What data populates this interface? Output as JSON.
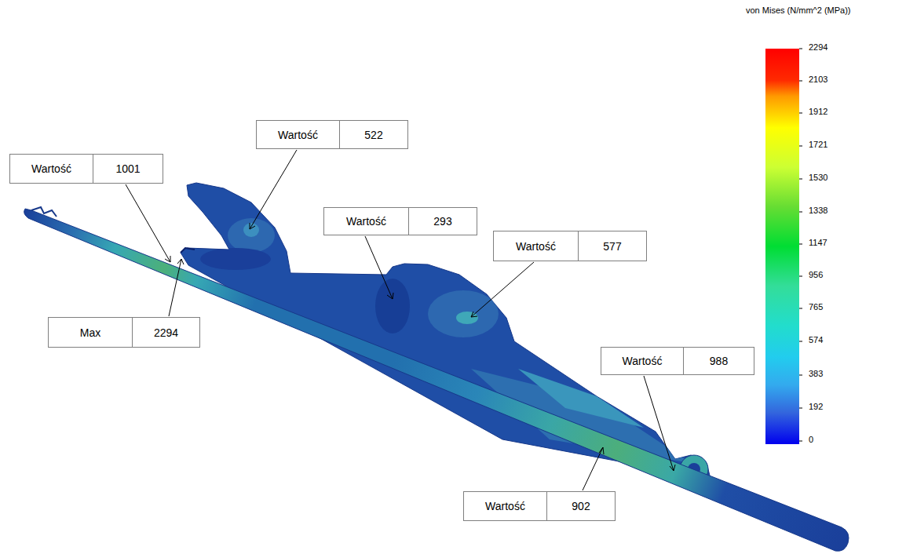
{
  "diagram": {
    "nodes": [
      {
        "text": [
          "Wartość",
          "522"
        ]
      },
      {
        "text": [
          "Wartość",
          "1001"
        ]
      },
      {
        "text": [
          "Wartość",
          "293"
        ]
      },
      {
        "text": [
          "Wartość",
          "577"
        ]
      },
      {
        "text": [
          "Max",
          "2294"
        ]
      },
      {
        "text": [
          "Wartość",
          "988"
        ]
      },
      {
        "text": [
          "Wartość",
          "902"
        ]
      }
    ],
    "labels": [
      "von Mises (N/mm^2 (MPa))",
      "2294",
      "2103",
      "1912",
      "1721",
      "1530",
      "1338",
      "1147",
      "956",
      "765",
      "574",
      "383",
      "192",
      "0"
    ]
  }
}
